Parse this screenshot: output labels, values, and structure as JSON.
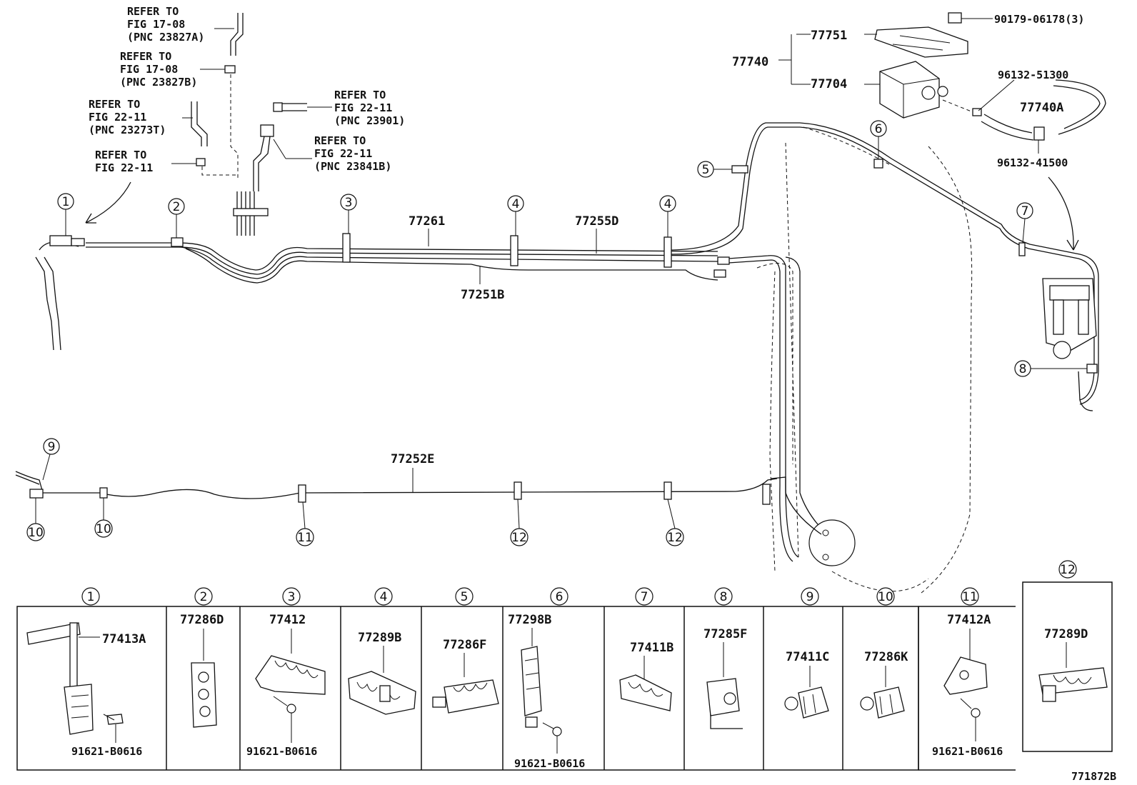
{
  "figure_code": "771872B",
  "references": [
    {
      "line1": "REFER TO",
      "line2": "FIG 17-08",
      "line3": "(PNC 23827A)"
    },
    {
      "line1": "REFER TO",
      "line2": "FIG 17-08",
      "line3": "(PNC 23827B)"
    },
    {
      "line1": "REFER TO",
      "line2": "FIG 22-11",
      "line3": "(PNC 23273T)"
    },
    {
      "line1": "REFER TO",
      "line2": "FIG 22-11",
      "line3": ""
    },
    {
      "line1": "REFER TO",
      "line2": "FIG 22-11",
      "line3": "(PNC 23901)"
    },
    {
      "line1": "REFER TO",
      "line2": "FIG 22-11",
      "line3": "(PNC 23841B)"
    }
  ],
  "tube_parts": {
    "p77261": "77261",
    "p77255D": "77255D",
    "p77251B": "77251B",
    "p77252E": "77252E"
  },
  "canister": {
    "assy": "77740",
    "bracket": "77751",
    "canister": "77704",
    "nut": "90179-06178(3)",
    "hose": "77740A",
    "clamp1": "96132-51300",
    "clamp2": "96132-41500"
  },
  "callouts": [
    "1",
    "2",
    "3",
    "4",
    "4",
    "5",
    "6",
    "7",
    "8",
    "9",
    "10",
    "10",
    "11",
    "12",
    "12"
  ],
  "panels": [
    {
      "num": "1",
      "part": "77413A",
      "bolt": "91621-B0616"
    },
    {
      "num": "2",
      "part": "77286D",
      "bolt": ""
    },
    {
      "num": "3",
      "part": "77412",
      "bolt": "91621-B0616"
    },
    {
      "num": "4",
      "part": "77289B",
      "bolt": ""
    },
    {
      "num": "5",
      "part": "77286F",
      "bolt": ""
    },
    {
      "num": "6",
      "part": "77298B",
      "bolt": "91621-B0616"
    },
    {
      "num": "7",
      "part": "77411B",
      "bolt": ""
    },
    {
      "num": "8",
      "part": "77285F",
      "bolt": ""
    },
    {
      "num": "9",
      "part": "77411C",
      "bolt": ""
    },
    {
      "num": "10",
      "part": "77286K",
      "bolt": ""
    },
    {
      "num": "11",
      "part": "77412A",
      "bolt": "91621-B0616"
    },
    {
      "num": "12",
      "part": "77289D",
      "bolt": ""
    }
  ]
}
